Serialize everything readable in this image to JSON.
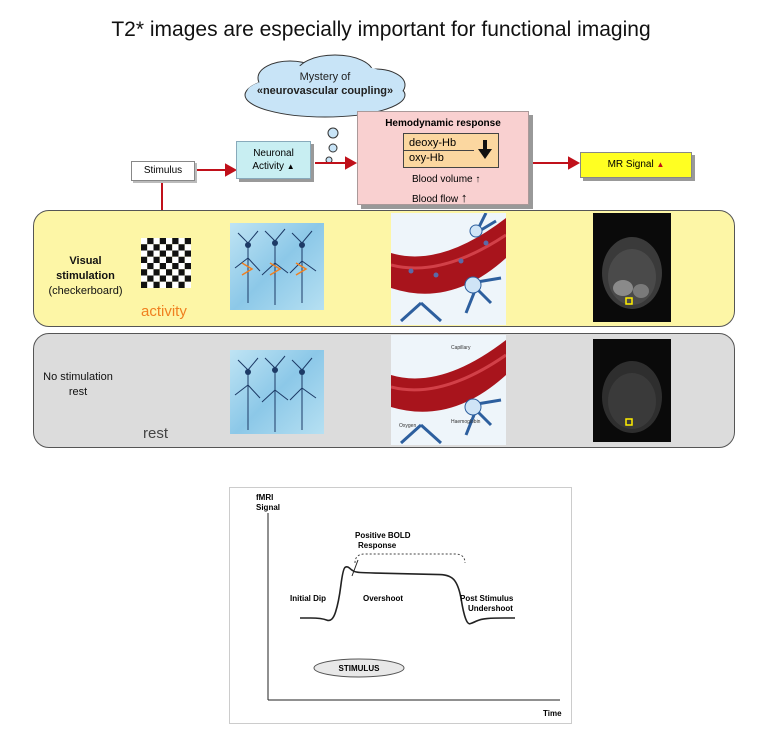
{
  "title": {
    "bold": "T2* images",
    "rest": " are especially important for functional imaging"
  },
  "cloud": {
    "line1": "Mystery of",
    "line2": "«neurovascular coupling»"
  },
  "flow": {
    "stimulus": "Stimulus",
    "neuronal_line1": "Neuronal",
    "neuronal_line2": "Activity",
    "hemo_title": "Hemodynamic response",
    "deoxy": "deoxy-Hb",
    "oxy": "oxy-Hb",
    "blood_volume": "Blood volume",
    "blood_flow": "Blood flow",
    "mr_signal": "MR Signal"
  },
  "visual_row": {
    "label_line1": "Visual",
    "label_line2": "stimulation",
    "label_line3": "(checkerboard)",
    "state": "activity"
  },
  "rest_row": {
    "label_line1": "No stimulation",
    "label_line2": "rest",
    "state": "rest",
    "vessel_labels": [
      "Capillary",
      "Oxygen",
      "Haemoglobin"
    ]
  },
  "colors": {
    "accent_red": "#c0101a",
    "activity_orange": "#f08020",
    "visual_band": "#fdf6a6",
    "rest_band": "#dcdcdc"
  },
  "chart_data": {
    "type": "line",
    "ylabel_line1": "fMRI",
    "ylabel_line2": "Signal",
    "xlabel": "Time",
    "annotations": {
      "positive_line1": "Positive  BOLD",
      "positive_line2": "Response",
      "initial_dip": "Initial Dip",
      "overshoot": "Overshoot",
      "post_line1": "Post Stimulus",
      "post_line2": "Undershoot",
      "stimulus": "STIMULUS"
    },
    "x": [
      0,
      10,
      15,
      18,
      20,
      22,
      24,
      26,
      30,
      40,
      50,
      60,
      70,
      74,
      76,
      78,
      80,
      84,
      90,
      100
    ],
    "y": [
      0,
      0,
      -0.08,
      0.3,
      0.95,
      1.0,
      0.92,
      0.88,
      0.87,
      0.86,
      0.85,
      0.84,
      0.83,
      0.6,
      0.1,
      -0.12,
      -0.1,
      -0.02,
      0,
      0
    ]
  }
}
